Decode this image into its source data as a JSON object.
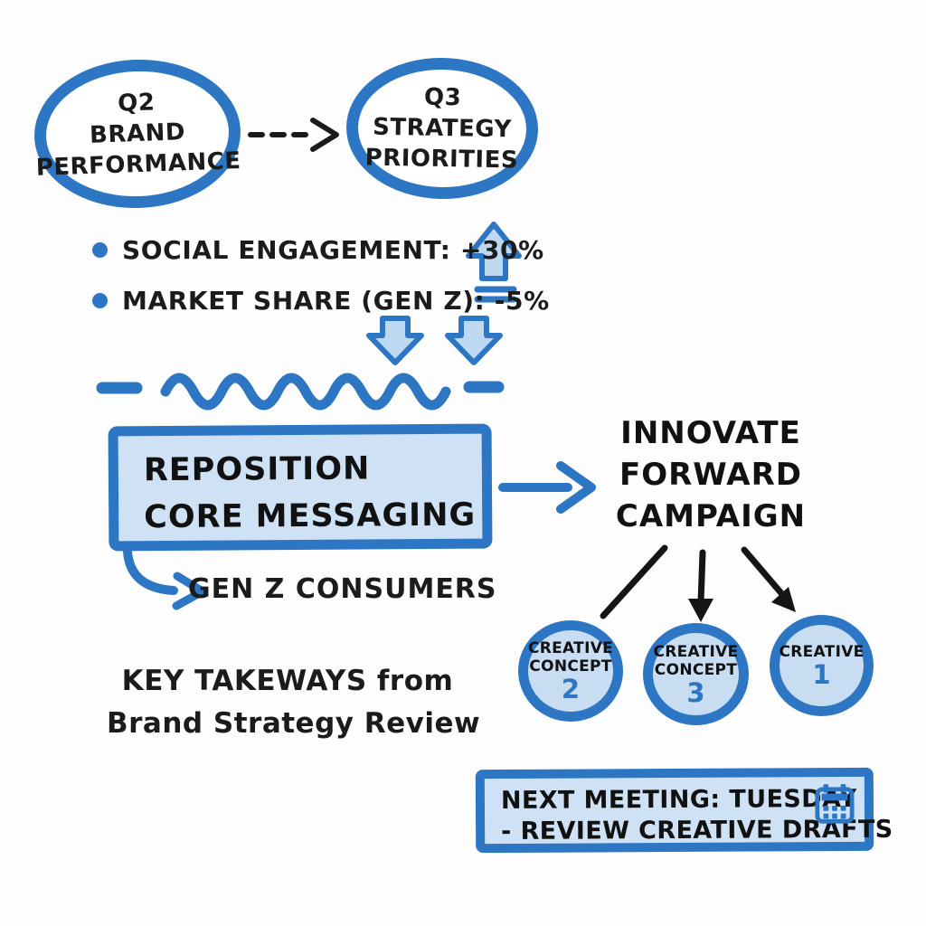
{
  "colors": {
    "ink_blue": "#2d76c4",
    "ink_black": "#1b1b1b",
    "box_fill_light_blue": "#cfe2f5",
    "trend_arrow_fill": "#bdd8f1"
  },
  "ellipse_q2": {
    "lines": [
      "Q2",
      "BRAND",
      "PERFORMANCE"
    ]
  },
  "ellipse_q3": {
    "lines": [
      "Q3",
      "STRATEGY",
      "PRIORITIES"
    ]
  },
  "metrics": {
    "items": [
      {
        "text": "SOCIAL ENGAGEMENT: +30%",
        "trend": "up"
      },
      {
        "text": "MARKET SHARE (GEN Z): -5%",
        "trend": "down"
      }
    ]
  },
  "reposition_box": {
    "lines": [
      "REPOSITION",
      "CORE MESSAGING"
    ]
  },
  "gen_z_note": {
    "text": "GEN Z CONSUMERS"
  },
  "takeaways": {
    "lines": [
      "KEY TAKEWAYS from",
      "Brand Strategy Review"
    ]
  },
  "campaign": {
    "lines": [
      "INNOVATE",
      "FORWARD",
      "CAMPAIGN"
    ]
  },
  "concepts": [
    {
      "label_lines": [
        "CREATIVE",
        "CONCEPT"
      ],
      "number": "2"
    },
    {
      "label_lines": [
        "CREATIVE",
        "CONCEPT"
      ],
      "number": "3"
    },
    {
      "label_lines": [
        "CREATIVE"
      ],
      "number": "1"
    }
  ],
  "meeting_box": {
    "lines": [
      "NEXT MEETING: TUESDAY",
      "- REVIEW CREATIVE DRAFTS"
    ],
    "icon": "calendar-icon"
  }
}
